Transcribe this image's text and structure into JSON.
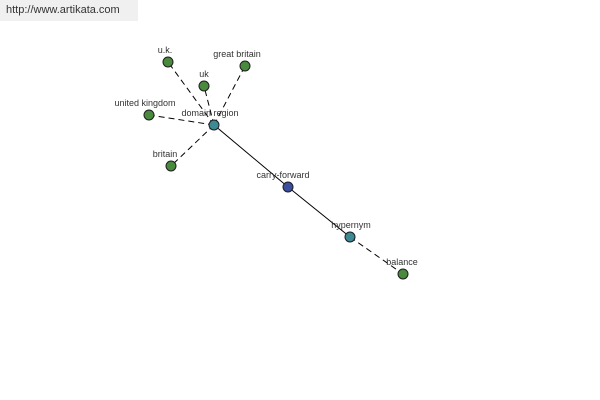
{
  "header": {
    "url": "http://www.artikata.com"
  },
  "colors": {
    "leaf": "#4a8a3f",
    "mid": "#3d8a95",
    "center": "#3c4e9e"
  },
  "nodes": [
    {
      "id": "uk_dot",
      "label": "u.k.",
      "color": "leaf"
    },
    {
      "id": "uk",
      "label": "uk",
      "color": "leaf"
    },
    {
      "id": "gb",
      "label": "great britain",
      "color": "leaf"
    },
    {
      "id": "ukingdom",
      "label": "united kingdom",
      "color": "leaf"
    },
    {
      "id": "region",
      "label": "domain region",
      "color": "mid"
    },
    {
      "id": "britain",
      "label": "britain",
      "color": "leaf"
    },
    {
      "id": "carry",
      "label": "carry-forward",
      "color": "center"
    },
    {
      "id": "hyper",
      "label": "hypernym",
      "color": "mid"
    },
    {
      "id": "balance",
      "label": "balance",
      "color": "leaf"
    }
  ],
  "edges": [
    {
      "from": "region",
      "to": "uk_dot",
      "style": "dashed"
    },
    {
      "from": "region",
      "to": "uk",
      "style": "dashed"
    },
    {
      "from": "region",
      "to": "gb",
      "style": "dashed"
    },
    {
      "from": "region",
      "to": "ukingdom",
      "style": "dashed"
    },
    {
      "from": "region",
      "to": "britain",
      "style": "dashed"
    },
    {
      "from": "region",
      "to": "carry",
      "style": "solid"
    },
    {
      "from": "carry",
      "to": "hyper",
      "style": "solid"
    },
    {
      "from": "hyper",
      "to": "balance",
      "style": "dashed"
    }
  ]
}
